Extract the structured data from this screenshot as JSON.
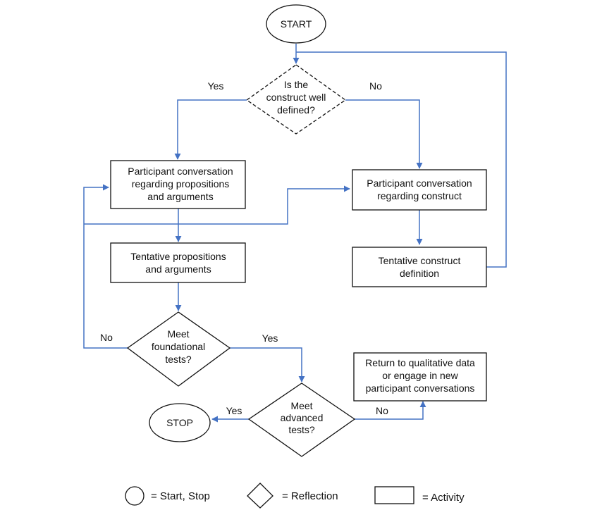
{
  "colors": {
    "connector": "#4472c4",
    "outline": "#111111",
    "text": "#111111",
    "background": "#ffffff"
  },
  "nodes": {
    "start": {
      "lines": [
        "START"
      ]
    },
    "construct_defined": {
      "lines": [
        "Is the",
        "construct well",
        "defined?"
      ]
    },
    "conv_propositions": {
      "lines": [
        "Participant conversation",
        "regarding propositions",
        "and arguments"
      ]
    },
    "conv_construct": {
      "lines": [
        "Participant conversation",
        "regarding construct"
      ]
    },
    "tentative_propositions": {
      "lines": [
        "Tentative propositions",
        "and arguments"
      ]
    },
    "tentative_construct": {
      "lines": [
        "Tentative construct",
        "definition"
      ]
    },
    "foundational_tests": {
      "lines": [
        "Meet",
        "foundational",
        "tests?"
      ]
    },
    "return_qualitative": {
      "lines": [
        "Return to qualitative data",
        "or engage in new",
        "participant conversations"
      ]
    },
    "advanced_tests": {
      "lines": [
        "Meet",
        "advanced",
        "tests?"
      ]
    },
    "stop": {
      "lines": [
        "STOP"
      ]
    }
  },
  "edge_labels": {
    "defined_yes": "Yes",
    "defined_no": "No",
    "foundational_no": "No",
    "foundational_yes": "Yes",
    "advanced_yes": "Yes",
    "advanced_no": "No"
  },
  "legend": {
    "start_stop": "= Start, Stop",
    "reflection": "= Reflection",
    "activity": "= Activity"
  }
}
